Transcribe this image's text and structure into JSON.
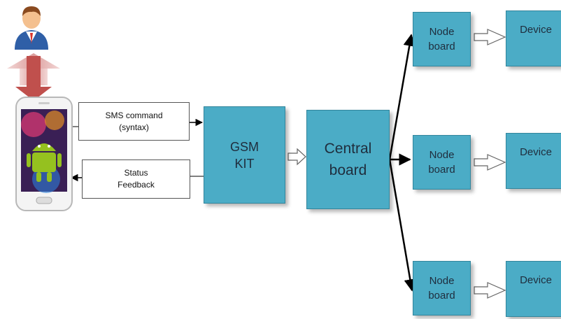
{
  "sms_box": {
    "line1": "SMS command",
    "line2": "(syntax)"
  },
  "status_box": {
    "line1": "Status",
    "line2": "Feedback"
  },
  "gsm_box": {
    "line1": "GSM",
    "line2": "KIT"
  },
  "central_box": {
    "line1": "Central",
    "line2": "board"
  },
  "nodes": [
    {
      "line1": "Node",
      "line2": "board",
      "device": "Device"
    },
    {
      "line1": "Node",
      "line2": "board",
      "device": "Device"
    },
    {
      "line1": "Node",
      "line2": "board",
      "device": "Device"
    }
  ],
  "icons": {
    "user": "user-icon",
    "phone": "android-phone-icon",
    "exchange": "up-down-arrow-icon",
    "hollow_arrow": "hollow-right-arrow-icon"
  },
  "colors": {
    "box_fill": "#4bacc6",
    "box_border": "#31859c",
    "arrow_red": "#c0504d",
    "arrow_line": "#000000"
  }
}
